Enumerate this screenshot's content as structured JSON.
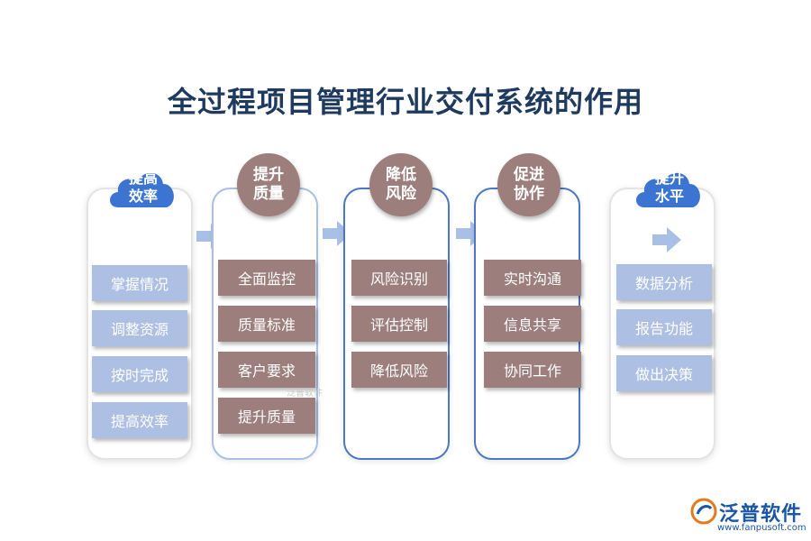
{
  "title": "全过程项目管理行业交付系统的作用",
  "columns": [
    {
      "header": "提高\n效率",
      "items": [
        "掌握情况",
        "调整资源",
        "按时完成",
        "提高效率"
      ]
    },
    {
      "header": "提升\n质量",
      "items": [
        "全面监控",
        "质量标准",
        "客户要求",
        "提升质量"
      ]
    },
    {
      "header": "降低\n风险",
      "items": [
        "风险识别",
        "评估控制",
        "降低风险"
      ]
    },
    {
      "header": "促进\n协作",
      "items": [
        "实时沟通",
        "信息共享",
        "协同工作"
      ]
    },
    {
      "header": "提升\n水平",
      "items": [
        "数据分析",
        "报告功能",
        "做出决策"
      ]
    }
  ],
  "watermark": "泛普软件",
  "logo": {
    "name": "泛普软件",
    "url": "www.fanpusoft.com"
  },
  "colors": {
    "title": "#1f3a5f",
    "blue_box": "#aebfe4",
    "brown": "#9c7f7d",
    "cloud": "#3b74d1",
    "border_blue": "#4a78c2",
    "logo": "#1a56a6"
  }
}
